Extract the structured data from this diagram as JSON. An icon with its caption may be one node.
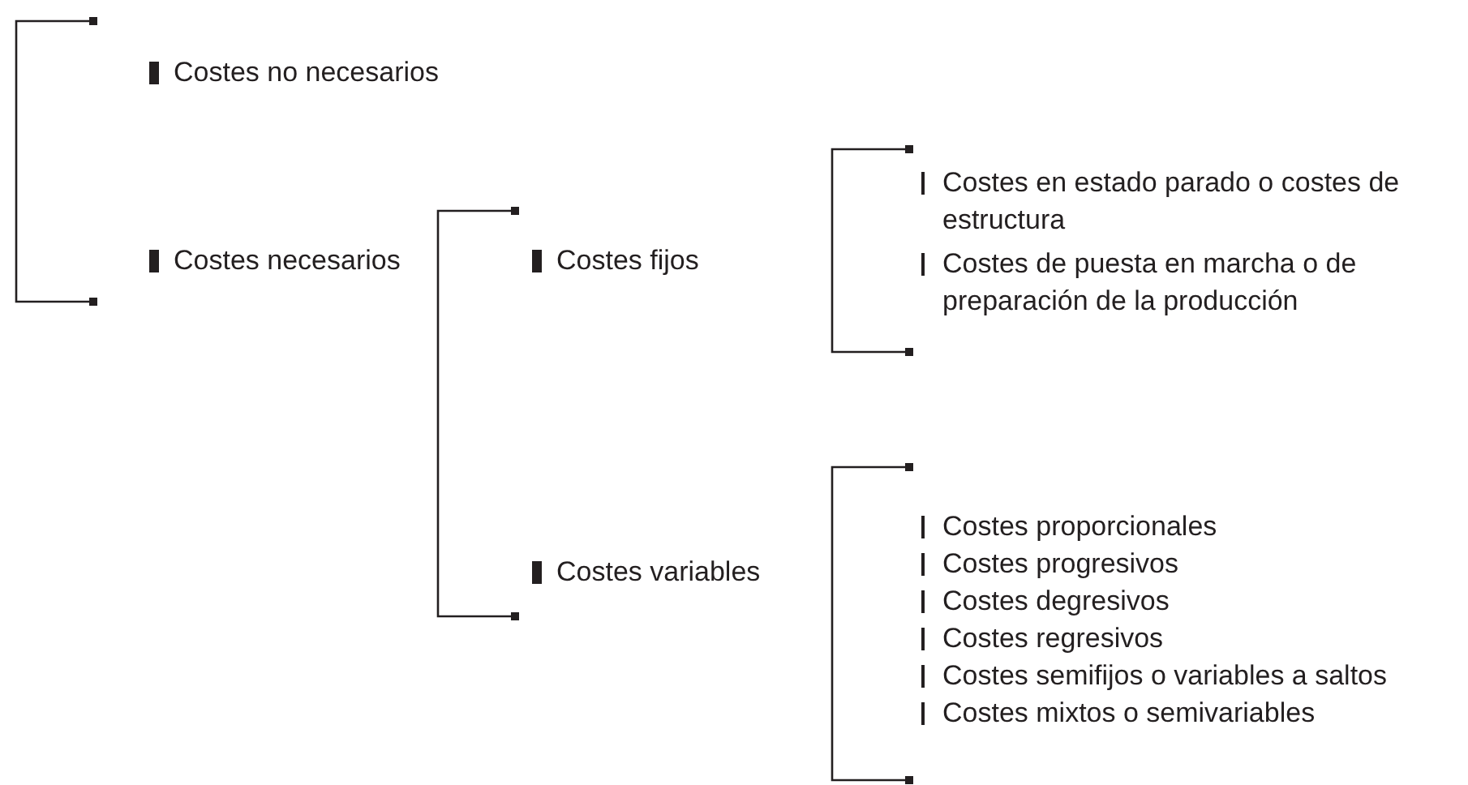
{
  "diagram": {
    "labels": [
      "Costes no necesarios",
      "Costes necesarios",
      "Costes fijos",
      "Costes en estado parado o costes de estructura",
      "Costes de puesta en marcha o de preparación de la producción",
      "Costes variables",
      "Costes proporcionales",
      "Costes progresivos",
      "Costes degresivos",
      "Costes regresivos",
      "Costes semifijos o variables a saltos",
      "Costes mixtos o semivariables"
    ]
  }
}
